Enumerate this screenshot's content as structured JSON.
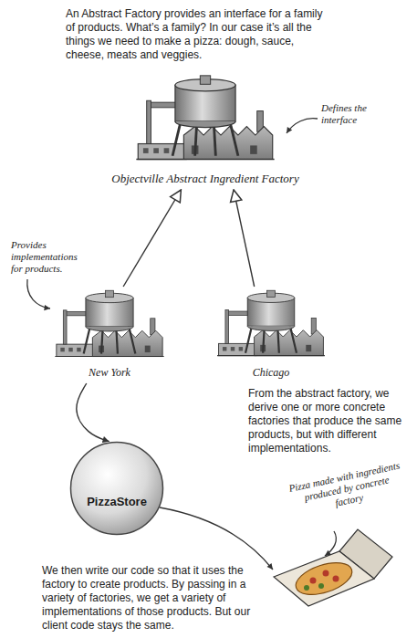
{
  "diagram": {
    "nodes": [
      {
        "text": [
          "Objectville Abstract Ingredient Factory"
        ]
      },
      {
        "text": [
          "New York"
        ]
      },
      {
        "text": [
          "Chicago"
        ]
      },
      {
        "text": [
          "PizzaStore"
        ]
      }
    ],
    "edges": [
      {
        "from": 1,
        "to": 0,
        "arrow": "to"
      },
      {
        "from": 2,
        "to": 0,
        "arrow": "to"
      },
      {
        "from": 1,
        "to": 3,
        "arrow": "to"
      }
    ],
    "labels": [
      "An Abstract Factory provides an interface for a family of products. What’s a family? In our case it’s all the things we need to make a pizza: dough, sauce, cheese, meats and veggies.",
      "Defines the interface",
      "Provides implementations for products.",
      "From the abstract factory, we derive one or more concrete factories that produce the same products, but with different implementations.",
      "Pizza made with ingredients produced by concrete factory",
      "We then write our code so that it uses the factory to create products. By passing in a variety of factories, we get a variety of implementations of those products. But our client code stays the same."
    ]
  }
}
